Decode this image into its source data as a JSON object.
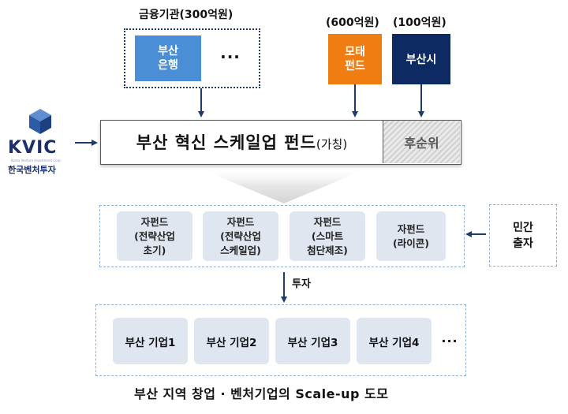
{
  "top": {
    "financial_label": "금융기관(300억원)",
    "motae_amount": "(600억원)",
    "busan_amount": "(100억원)"
  },
  "investors": {
    "busan_bank": "부산\n은행",
    "ellipsis": "···",
    "motae_fund": "모태\n펀드",
    "busan_city": "부산시"
  },
  "fund": {
    "title": "부산 혁신 스케일업 펀드",
    "title_suffix": "(가칭)",
    "subordinate": "후순위"
  },
  "kvic": {
    "logo_text": "KVIC",
    "tagline": "Korea Venture Investment Corp.",
    "korean_name": "한국벤처투자"
  },
  "subfunds": [
    {
      "label": "자펀드\n(전략산업\n초기)"
    },
    {
      "label": "자펀드\n(전략산업\n스케일업)"
    },
    {
      "label": "자펀드\n(스마트\n첨단제조)"
    },
    {
      "label": "자펀드\n(라이콘)"
    }
  ],
  "private_investment": "민간\n출자",
  "investment_label": "투자",
  "companies": [
    {
      "label": "부산 기업1"
    },
    {
      "label": "부산 기업2"
    },
    {
      "label": "부산 기업3"
    },
    {
      "label": "부산 기업4"
    }
  ],
  "companies_ellipsis": "···",
  "caption": "부산 지역 창업 · 벤처기업의 Scale-up 도모",
  "colors": {
    "blue": "#4a8fd6",
    "orange": "#f07d12",
    "navy": "#0e2a63",
    "box_fill": "#dfe6f0"
  }
}
